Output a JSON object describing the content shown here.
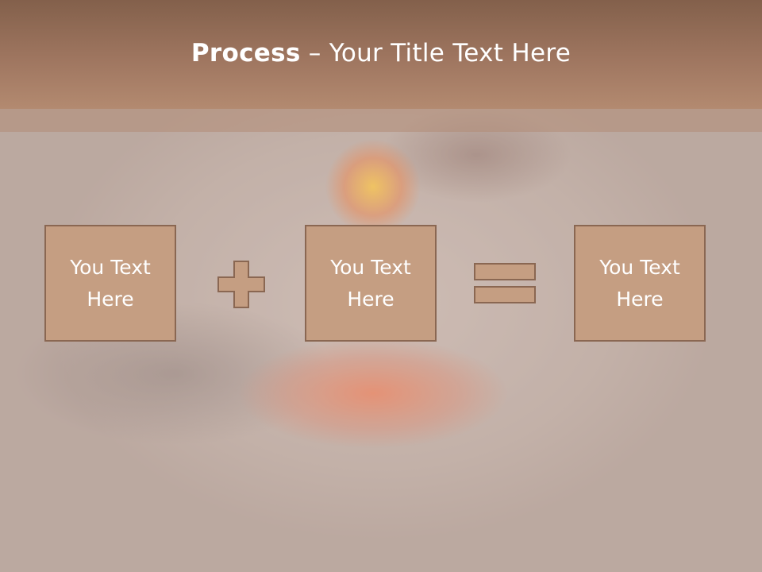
{
  "slide": {
    "title_bold": "Process",
    "title_rest": " – Your Title Text Here"
  },
  "boxes": [
    {
      "label": "You Text Here"
    },
    {
      "label": "You Text Here"
    },
    {
      "label": "You Text Here"
    }
  ],
  "operators": {
    "first": "plus-icon",
    "second": "equals-icon"
  },
  "colors": {
    "title_bar": "#9f7660",
    "box_fill": "#c59e82",
    "box_border": "#8a6752",
    "text": "#ffffff"
  }
}
